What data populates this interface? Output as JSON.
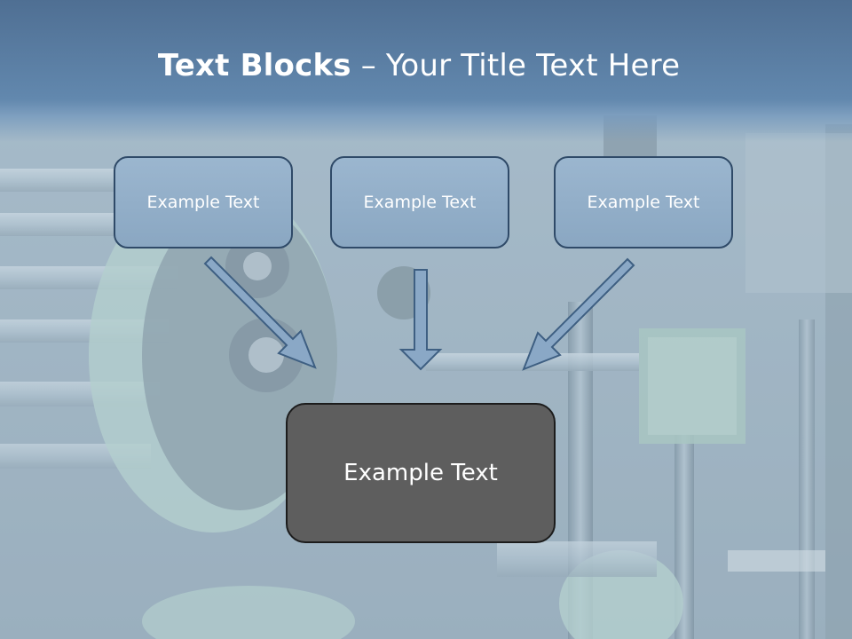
{
  "title": {
    "bold_part": "Text Blocks",
    "rest": " – Your Title Text Here"
  },
  "blocks": [
    {
      "label": "Example Text"
    },
    {
      "label": "Example Text"
    },
    {
      "label": "Example Text"
    }
  ],
  "center_block": {
    "label": "Example Text"
  }
}
